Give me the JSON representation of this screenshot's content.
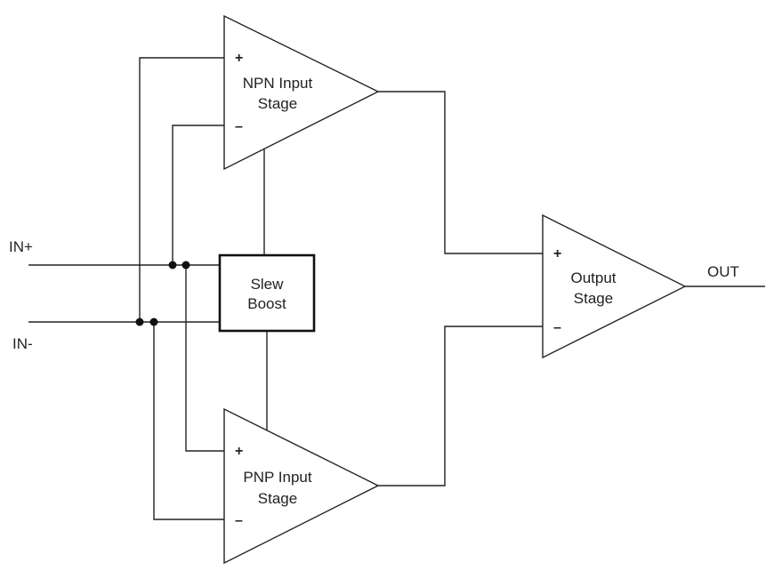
{
  "diagram": {
    "type": "block-schematic",
    "ports": {
      "in_plus": "IN+",
      "in_minus": "IN-",
      "out": "OUT"
    },
    "blocks": {
      "npn": {
        "line1": "NPN Input",
        "line2": "Stage",
        "plus": "+",
        "minus": "–"
      },
      "pnp": {
        "line1": "PNP Input",
        "line2": "Stage",
        "plus": "+",
        "minus": "–"
      },
      "output": {
        "line1": "Output",
        "line2": "Stage",
        "plus": "+",
        "minus": "–"
      },
      "slew": {
        "line1": "Slew",
        "line2": "Boost"
      }
    },
    "connections": [
      {
        "from": "IN+",
        "to": "NPN Input Stage (-)"
      },
      {
        "from": "IN+",
        "to": "PNP Input Stage (+)"
      },
      {
        "from": "IN+",
        "to": "Slew Boost"
      },
      {
        "from": "IN-",
        "to": "NPN Input Stage (+)"
      },
      {
        "from": "IN-",
        "to": "PNP Input Stage (-)"
      },
      {
        "from": "IN-",
        "to": "Slew Boost"
      },
      {
        "from": "Slew Boost",
        "to": "NPN Input Stage"
      },
      {
        "from": "Slew Boost",
        "to": "PNP Input Stage"
      },
      {
        "from": "NPN Input Stage",
        "to": "Output Stage (+)"
      },
      {
        "from": "PNP Input Stage",
        "to": "Output Stage (-)"
      },
      {
        "from": "Output Stage",
        "to": "OUT"
      }
    ]
  }
}
